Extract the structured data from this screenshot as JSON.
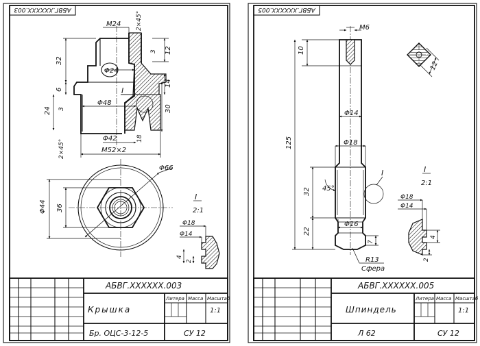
{
  "sheets": [
    {
      "stamp": "АБВГ.XXXXXX.003",
      "designation": "АБВГ.XXXXXX.003",
      "name": "Крышка",
      "material": "Бр. ОЦС-3-12-5",
      "scale": "1:1",
      "col_litera": "Литера",
      "col_mass": "Масса",
      "col_scale": "Масштаб",
      "organization": "СУ 12",
      "detail_label": "I",
      "detail_scale": "2:1",
      "dimensions": {
        "m24": "M24",
        "chamfer_top": "2×45°",
        "d12": "12",
        "d3a": "3",
        "d14": "14",
        "d30": "30",
        "d32": "32",
        "phi24": "Φ24",
        "d6": "6",
        "phi48": "Φ48",
        "d24": "24",
        "d3b": "3",
        "phi42": "Φ42",
        "d18": "18",
        "chamfer_bot": "2×45°",
        "m52": "M52×2",
        "phi66": "Φ66",
        "phi44": "Φ44",
        "d36": "36",
        "det_phi18": "Φ18",
        "det_phi14": "Φ14",
        "det_4": "4",
        "det_2": "2",
        "label_I": "I"
      }
    },
    {
      "stamp": "АБВГ.XXXXXX.005",
      "designation": "АБВГ.XXXXXX.005",
      "name": "Шпиндель",
      "material": "Л 62",
      "scale": "1:1",
      "col_litera": "Литера",
      "col_mass": "Масса",
      "col_scale": "Масштаб",
      "organization": "СУ 12",
      "detail_label": "I",
      "detail_scale": "2:1",
      "dimensions": {
        "m6": "M6",
        "d10": "10",
        "d12": "12",
        "d125": "125",
        "phi14": "Φ14",
        "phi18": "Φ18",
        "d32": "32",
        "angle45": "45°",
        "d22": "22",
        "phi16": "Φ16",
        "d7": "7",
        "r13": "R13",
        "sphere": "Сфера",
        "det_phi18": "Φ18",
        "det_phi14": "Φ14",
        "det_4": "4",
        "det_2": "2",
        "label_I": "I"
      }
    }
  ]
}
